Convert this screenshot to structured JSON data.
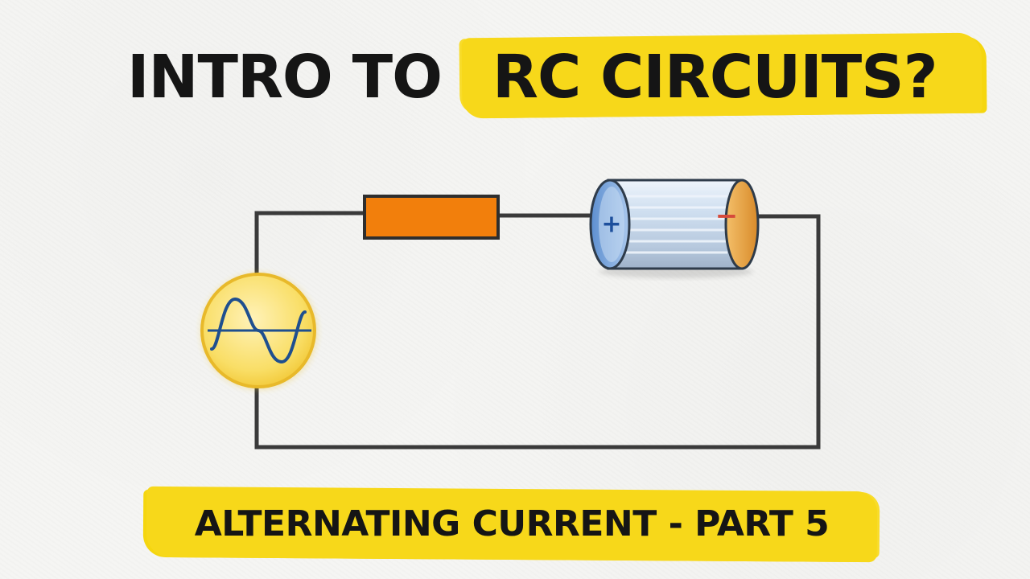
{
  "title": {
    "plain": "INTRO TO",
    "highlighted": "RC CIRCUITS?"
  },
  "subtitle": "ALTERNATING CURRENT - PART 5",
  "capacitor": {
    "positive_sign": "+",
    "negative_sign": "−"
  },
  "colors": {
    "highlight": "#f7d81a",
    "resistor": "#f27f0c",
    "wire": "#3a3a3a",
    "ac_source_fill": "#f8d85a",
    "sine_wave": "#1f4f8f",
    "capacitor_plus_plate": "#7ea8dc",
    "capacitor_minus_plate": "#e9a54a",
    "positive_sign": "#1d4f9c",
    "negative_sign": "#d64a3a"
  },
  "icons": {
    "ac_source": "ac-sine-wave-icon"
  }
}
